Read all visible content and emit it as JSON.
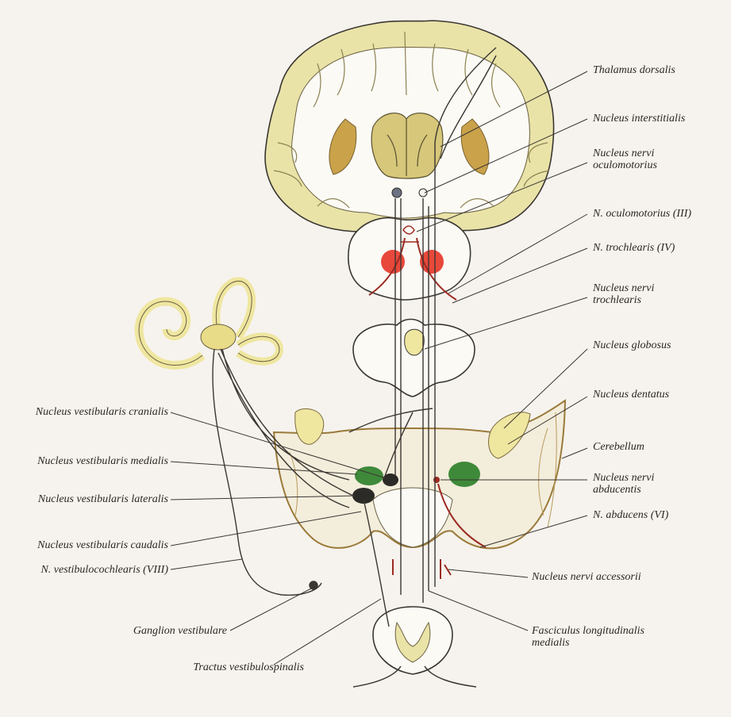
{
  "labels": {
    "thalamus_dorsalis": "Thalamus dorsalis",
    "nucleus_interstitialis": "Nucleus interstitialis",
    "nucleus_nervi_oculomotorius_1": "Nucleus nervi",
    "nucleus_nervi_oculomotorius_2": "oculomotorius",
    "n_oculomotorius": "N. oculomotorius (III)",
    "n_trochlearis": "N. trochlearis (IV)",
    "nucleus_nervi_trochlearis_1": "Nucleus nervi",
    "nucleus_nervi_trochlearis_2": "trochlearis",
    "nucleus_globosus": "Nucleus globosus",
    "nucleus_dentatus": "Nucleus dentatus",
    "cerebellum": "Cerebellum",
    "nucleus_nervi_abducentis_1": "Nucleus nervi",
    "nucleus_nervi_abducentis_2": "abducentis",
    "n_abducens": "N. abducens (VI)",
    "nucleus_nervi_accessorii": "Nucleus nervi accessorii",
    "fasciculus_longitudinalis_1": "Fasciculus longitudinalis",
    "fasciculus_longitudinalis_2": "medialis",
    "nucleus_vestibularis_cranialis": "Nucleus vestibularis cranialis",
    "nucleus_vestibularis_medialis": "Nucleus vestibularis medialis",
    "nucleus_vestibularis_lateralis": "Nucleus vestibularis lateralis",
    "nucleus_vestibularis_caudalis": "Nucleus vestibularis caudalis",
    "n_vestibulocochlearis": "N. vestibulocochlearis (VIII)",
    "ganglion_vestibulare": "Ganglion vestibulare",
    "tractus_vestibulospinalis": "Tractus vestibulospinalis"
  },
  "colors": {
    "background": "#f6f3ee",
    "label_text": "#2a2622",
    "leader_line": "#3a3632",
    "cortex_fill": "#e9e3a8",
    "white_matter": "#fbfaf5",
    "basal_ganglia": "#c9a24a",
    "thalamus": "#d6c77a",
    "labyrinth": "#efe6a0",
    "red_nucleus": "#e8483a",
    "green_nucleus": "#3f8a3a",
    "dark_nucleus": "#2c2a26",
    "nerve_red": "#9c2b22",
    "cerebellum_edge": "#9a7a3a"
  }
}
